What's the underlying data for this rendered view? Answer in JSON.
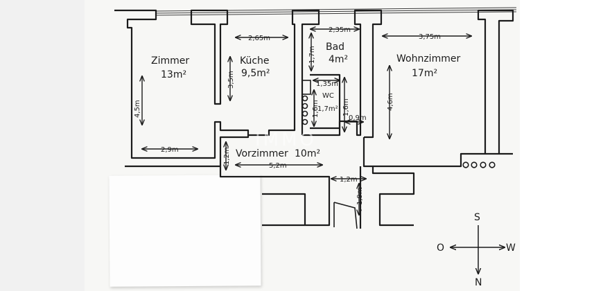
{
  "watermark": "IMMO",
  "rooms": {
    "zimmer": {
      "name": "Zimmer",
      "area": "13m²"
    },
    "kueche": {
      "name": "Küche",
      "area": "9,5m²"
    },
    "bad": {
      "name": "Bad",
      "area": "4m²"
    },
    "wc": {
      "name": "WC",
      "area": "1,7m²"
    },
    "wohnzimmer": {
      "name": "Wohnzimmer",
      "area": "17m²"
    },
    "vorzimmer": {
      "name": "Vorzimmer",
      "area": "10m²"
    }
  },
  "dimensions": {
    "zimmer_height": "4,5m",
    "zimmer_width": "2,9m",
    "kueche_width": "2,65m",
    "kueche_height": "3,5m",
    "bad_width": "2,35m",
    "bad_height": "1,7m",
    "wc_width": "1,35m",
    "wc_height_inner": "1,6m",
    "wc_height_outer": "1,6m",
    "wc_gap": "0,9m",
    "wohnzimmer_width": "3,75m",
    "wohnzimmer_height": "4,6m",
    "vorzimmer_step": "1,2m",
    "vorzimmer_width": "5,2m",
    "entry_width": "1,2m",
    "entry_depth": "1,9m"
  },
  "compass": {
    "north": "N",
    "south": "S",
    "east": "O",
    "west": "W"
  }
}
